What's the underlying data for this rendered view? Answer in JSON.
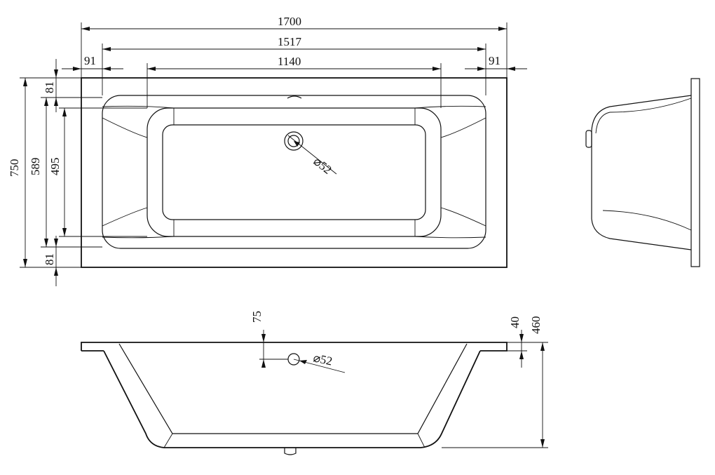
{
  "top_view": {
    "dim_overall_length": "1700",
    "dim_inner_length": "1517",
    "dim_bottom_length": "1140",
    "dim_rim_left": "91",
    "dim_rim_right": "91",
    "dim_overall_width": "750",
    "dim_inner_width": "589",
    "dim_bottom_width": "495",
    "dim_rim_top": "81",
    "dim_rim_bottom": "81",
    "dim_drain": "52"
  },
  "side_view": {
    "dim_overflow_offset": "75",
    "dim_rim_thickness": "40",
    "dim_height": "460",
    "dim_overflow": "52"
  },
  "symbols": {
    "diameter": "⌀"
  }
}
